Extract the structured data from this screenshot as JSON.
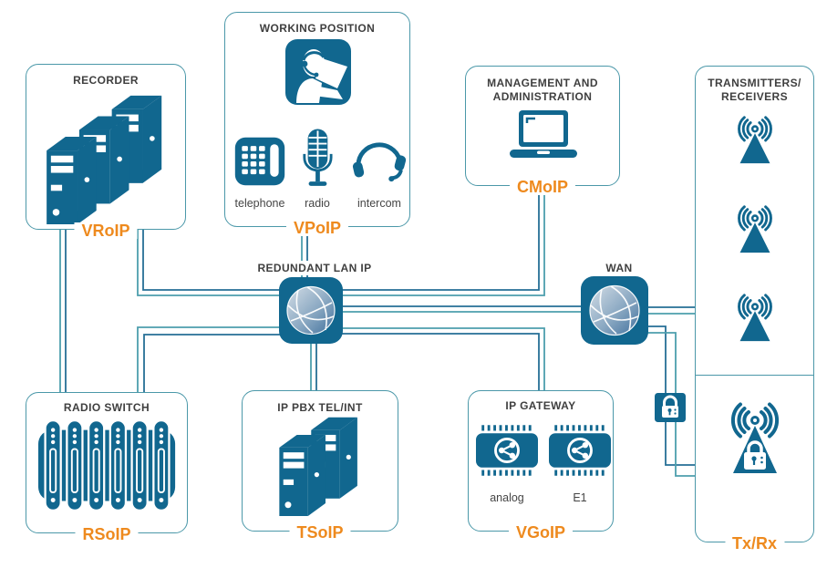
{
  "nodes": {
    "recorder": {
      "title": "RECORDER",
      "tag": "VRoIP"
    },
    "working_position": {
      "title": "WORKING POSITION",
      "tag": "VPoIP",
      "devices": [
        {
          "label": "telephone"
        },
        {
          "label": "radio"
        },
        {
          "label": "intercom"
        }
      ]
    },
    "management": {
      "title_line1": "MANAGEMENT AND",
      "title_line2": "ADMINISTRATION",
      "tag": "CMoIP"
    },
    "transmitters": {
      "title_line1": "TRANSMITTERS/",
      "title_line2": "RECEIVERS"
    },
    "txrx": {
      "tag": "Tx/Rx"
    },
    "lan": {
      "title": "REDUNDANT LAN IP"
    },
    "wan": {
      "title": "WAN"
    },
    "radio_switch": {
      "title": "RADIO SWITCH",
      "tag": "RSoIP"
    },
    "ip_pbx": {
      "title": "IP PBX TEL/INT",
      "tag": "TSoIP"
    },
    "ip_gateway": {
      "title": "IP GATEWAY",
      "tag": "VGoIP",
      "devices": [
        {
          "label": "analog"
        },
        {
          "label": "E1"
        }
      ]
    }
  },
  "icons": [
    "server-stack-icon",
    "operator-headset-icon",
    "telephone-icon",
    "microphone-icon",
    "headset-icon",
    "laptop-icon",
    "globe-icon",
    "antenna-icon",
    "locked-antenna-icon",
    "rack-switch-icon",
    "gateway-chip-icon",
    "lock-icon"
  ],
  "colors": {
    "icon_blue": "#11678f",
    "box_border_teal": "#4b98a9",
    "line_teal": "#4d9fad",
    "line_blue": "#266f96",
    "accent_orange": "#ee8a1e",
    "title_gray": "#3f3f3f"
  },
  "connections": [
    {
      "from": "VRoIP",
      "to": "RSoIP",
      "style": "redundant-pair"
    },
    {
      "from": "VRoIP",
      "to": "REDUNDANT LAN IP",
      "style": "redundant-pair"
    },
    {
      "from": "VPoIP",
      "to": "REDUNDANT LAN IP",
      "style": "redundant-pair"
    },
    {
      "from": "REDUNDANT LAN IP",
      "to": "RSoIP",
      "style": "redundant-pair"
    },
    {
      "from": "REDUNDANT LAN IP",
      "to": "CMoIP",
      "style": "redundant-pair"
    },
    {
      "from": "REDUNDANT LAN IP",
      "to": "WAN",
      "style": "redundant-pair"
    },
    {
      "from": "REDUNDANT LAN IP",
      "to": "TSoIP",
      "style": "redundant-pair"
    },
    {
      "from": "REDUNDANT LAN IP",
      "to": "VGoIP",
      "style": "redundant-pair"
    },
    {
      "from": "WAN",
      "to": "TRANSMITTERS/RECEIVERS",
      "style": "redundant-pair"
    },
    {
      "from": "WAN",
      "to": "Tx/Rx",
      "style": "redundant-pair-with-lock"
    }
  ]
}
